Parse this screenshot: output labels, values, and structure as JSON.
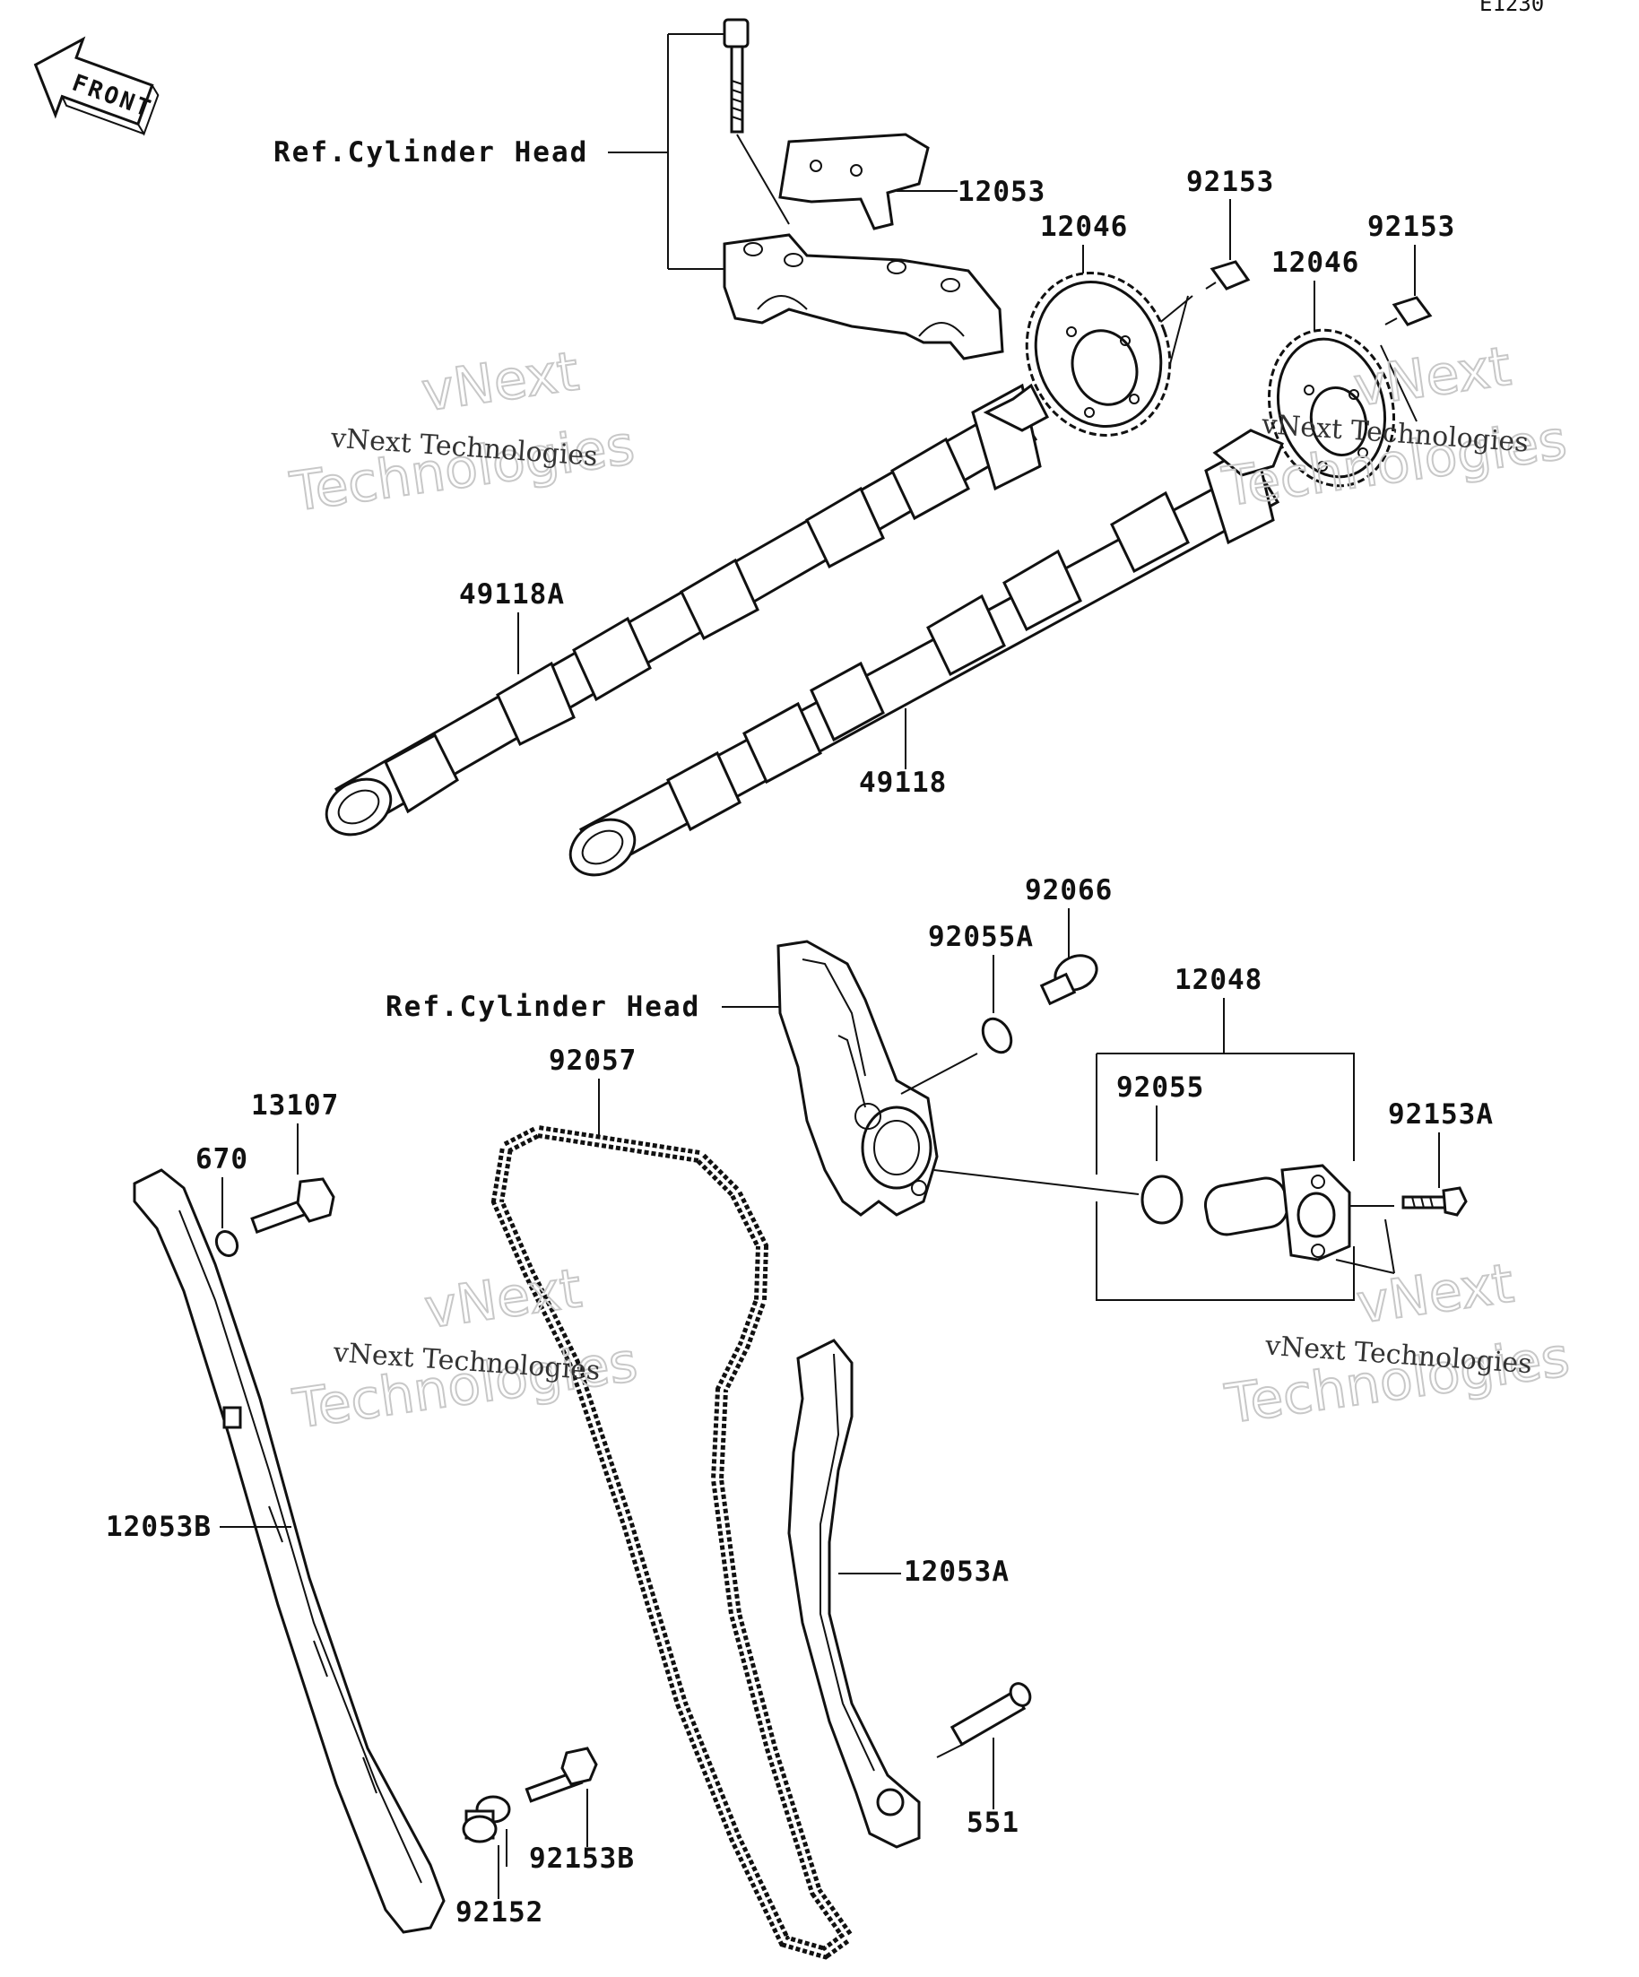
{
  "diagram_code": "E1230",
  "front_badge": "FRONT",
  "references": [
    {
      "id": "ref-top",
      "text": "Ref.Cylinder Head"
    },
    {
      "id": "ref-mid",
      "text": "Ref.Cylinder Head"
    }
  ],
  "part_labels": {
    "p12053": "12053",
    "p92153_left": "92153",
    "p12046_left": "12046",
    "p92153_right": "92153",
    "p12046_right": "12046",
    "p49118A": "49118A",
    "p49118": "49118",
    "p92066": "92066",
    "p92055A": "92055A",
    "p12048": "12048",
    "p92055": "92055",
    "p92153A": "92153A",
    "p92057": "92057",
    "p13107": "13107",
    "p670": "670",
    "p12053B": "12053B",
    "p12053A": "12053A",
    "p551": "551",
    "p92153B": "92153B",
    "p92152": "92152"
  },
  "watermarks": [
    {
      "line1": "vNext Technologies",
      "line2": "vNext",
      "line3": "Technologies"
    },
    {
      "line1": "vNext Technologies",
      "line2": "vNext",
      "line3": "Technologies"
    },
    {
      "line1": "vNext Technologies",
      "line2": "vNext",
      "line3": "Technologies"
    },
    {
      "line1": "vNext Technologies",
      "line2": "vNext",
      "line3": "Technologies"
    }
  ]
}
